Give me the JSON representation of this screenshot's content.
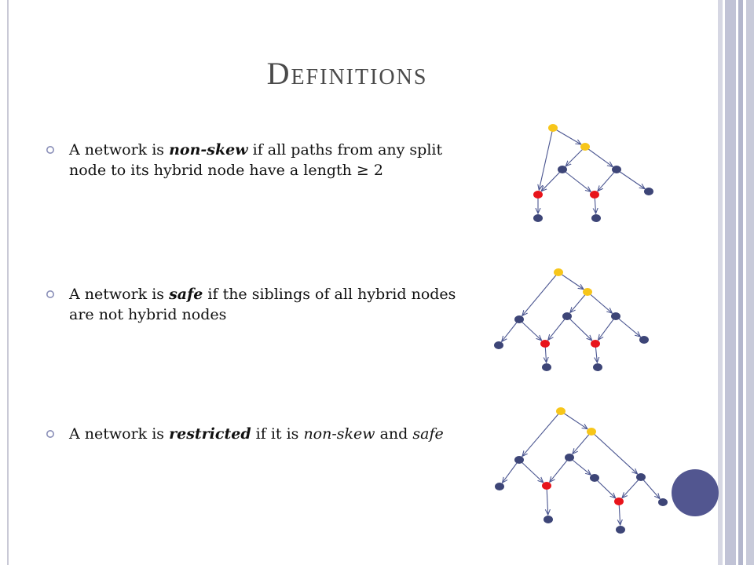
{
  "slide": {
    "title": "Definitions",
    "bullets": [
      {
        "pre": "A network is ",
        "term": "non-skew",
        "post": " if all paths from any split node to its hybrid node have a length ≥ 2"
      },
      {
        "pre": "A network is ",
        "term": "safe",
        "post": " if the siblings of all hybrid nodes are not hybrid nodes"
      },
      {
        "pre": "A network is ",
        "term": "restricted",
        "mid": " if it is ",
        "ref1": "non-skew",
        "and": " and ",
        "ref2": "safe"
      }
    ]
  },
  "colors": {
    "split_node": "#f7c61a",
    "hybrid_node": "#e8141b",
    "tree_node": "#3d4577",
    "edge": "#4a5590",
    "bullet_ring": "#8a8fb8",
    "accent_circle": "#525690"
  }
}
